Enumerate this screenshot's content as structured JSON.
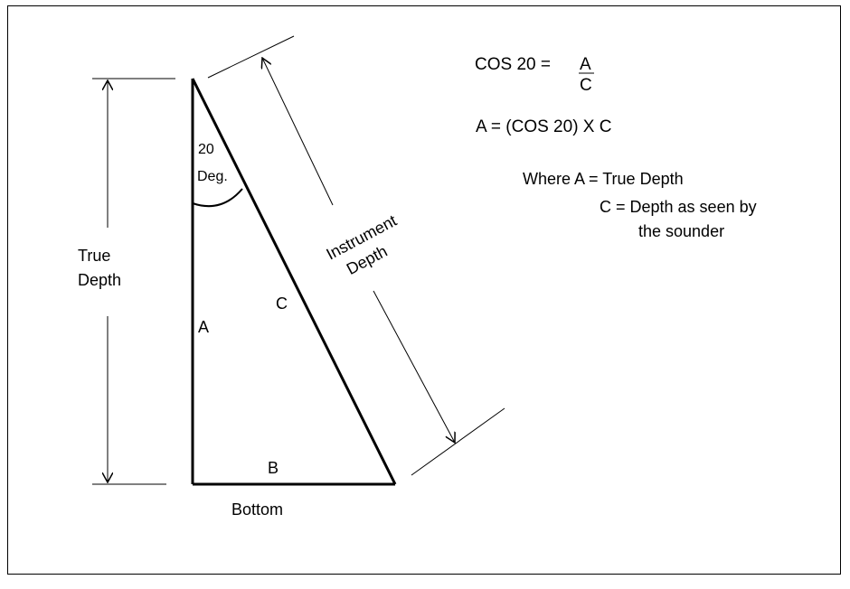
{
  "labels": {
    "angle_value": "20",
    "angle_unit": "Deg.",
    "side_a": "A",
    "side_b": "B",
    "side_c": "C",
    "bottom": "Bottom",
    "true_depth_line1": "True",
    "true_depth_line2": "Depth",
    "instrument_line1": "Instrument",
    "instrument_line2": "Depth"
  },
  "equations": {
    "cos_lhs": "COS 20 = ",
    "cos_num": "A",
    "cos_den": "C",
    "a_formula": "A = (COS 20) X C",
    "where_a": "Where A = True Depth",
    "where_c": "C = Depth as seen by",
    "where_c_cont": "the sounder"
  }
}
